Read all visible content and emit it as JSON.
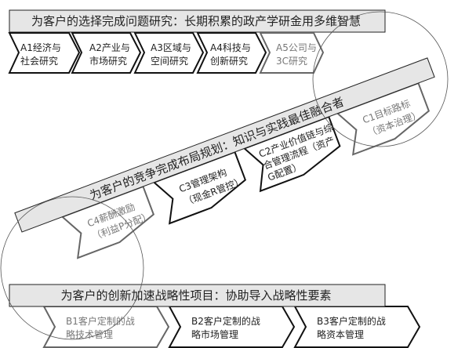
{
  "top": {
    "title": "为客户的选择完成问题研究：长期积累的政产学研金用多维智慧",
    "items": [
      {
        "line1": "A1经济与",
        "line2": "社会研究"
      },
      {
        "line1": "A2产业与",
        "line2": "市场研究"
      },
      {
        "line1": "A3区域与",
        "line2": "空间研究"
      },
      {
        "line1": "A4科技与",
        "line2": "创新研究"
      },
      {
        "line1": "A5公司与",
        "line2": "3C研究"
      }
    ]
  },
  "middle": {
    "title": "为客户的竞争完成布局规划：知识与实践最佳融合者",
    "items": [
      {
        "line1": "C4薪酬激励",
        "line2": "（利益P分配）"
      },
      {
        "line1": "C3管理架构",
        "line2": "（现金R管控）"
      },
      {
        "line1": "C2产业价值链与综",
        "line2": "合管理流程（资产",
        "line3": "G配置）"
      },
      {
        "line1": "C1目标路标",
        "line2": "（资本治理）"
      }
    ]
  },
  "bottom": {
    "title": "为客户的创新加速战略性项目：协助导入战略性要素",
    "items": [
      {
        "line1": "B1客户定制的战",
        "line2": "略技术管理"
      },
      {
        "line1": "B2客户定制的战",
        "line2": "略市场管理"
      },
      {
        "line1": "B3客户定制的战",
        "line2": "略资本管理"
      }
    ]
  },
  "colors": {
    "bar_fill": "#e6e6e6",
    "stroke": "#111111",
    "lens": "#ffffff"
  }
}
